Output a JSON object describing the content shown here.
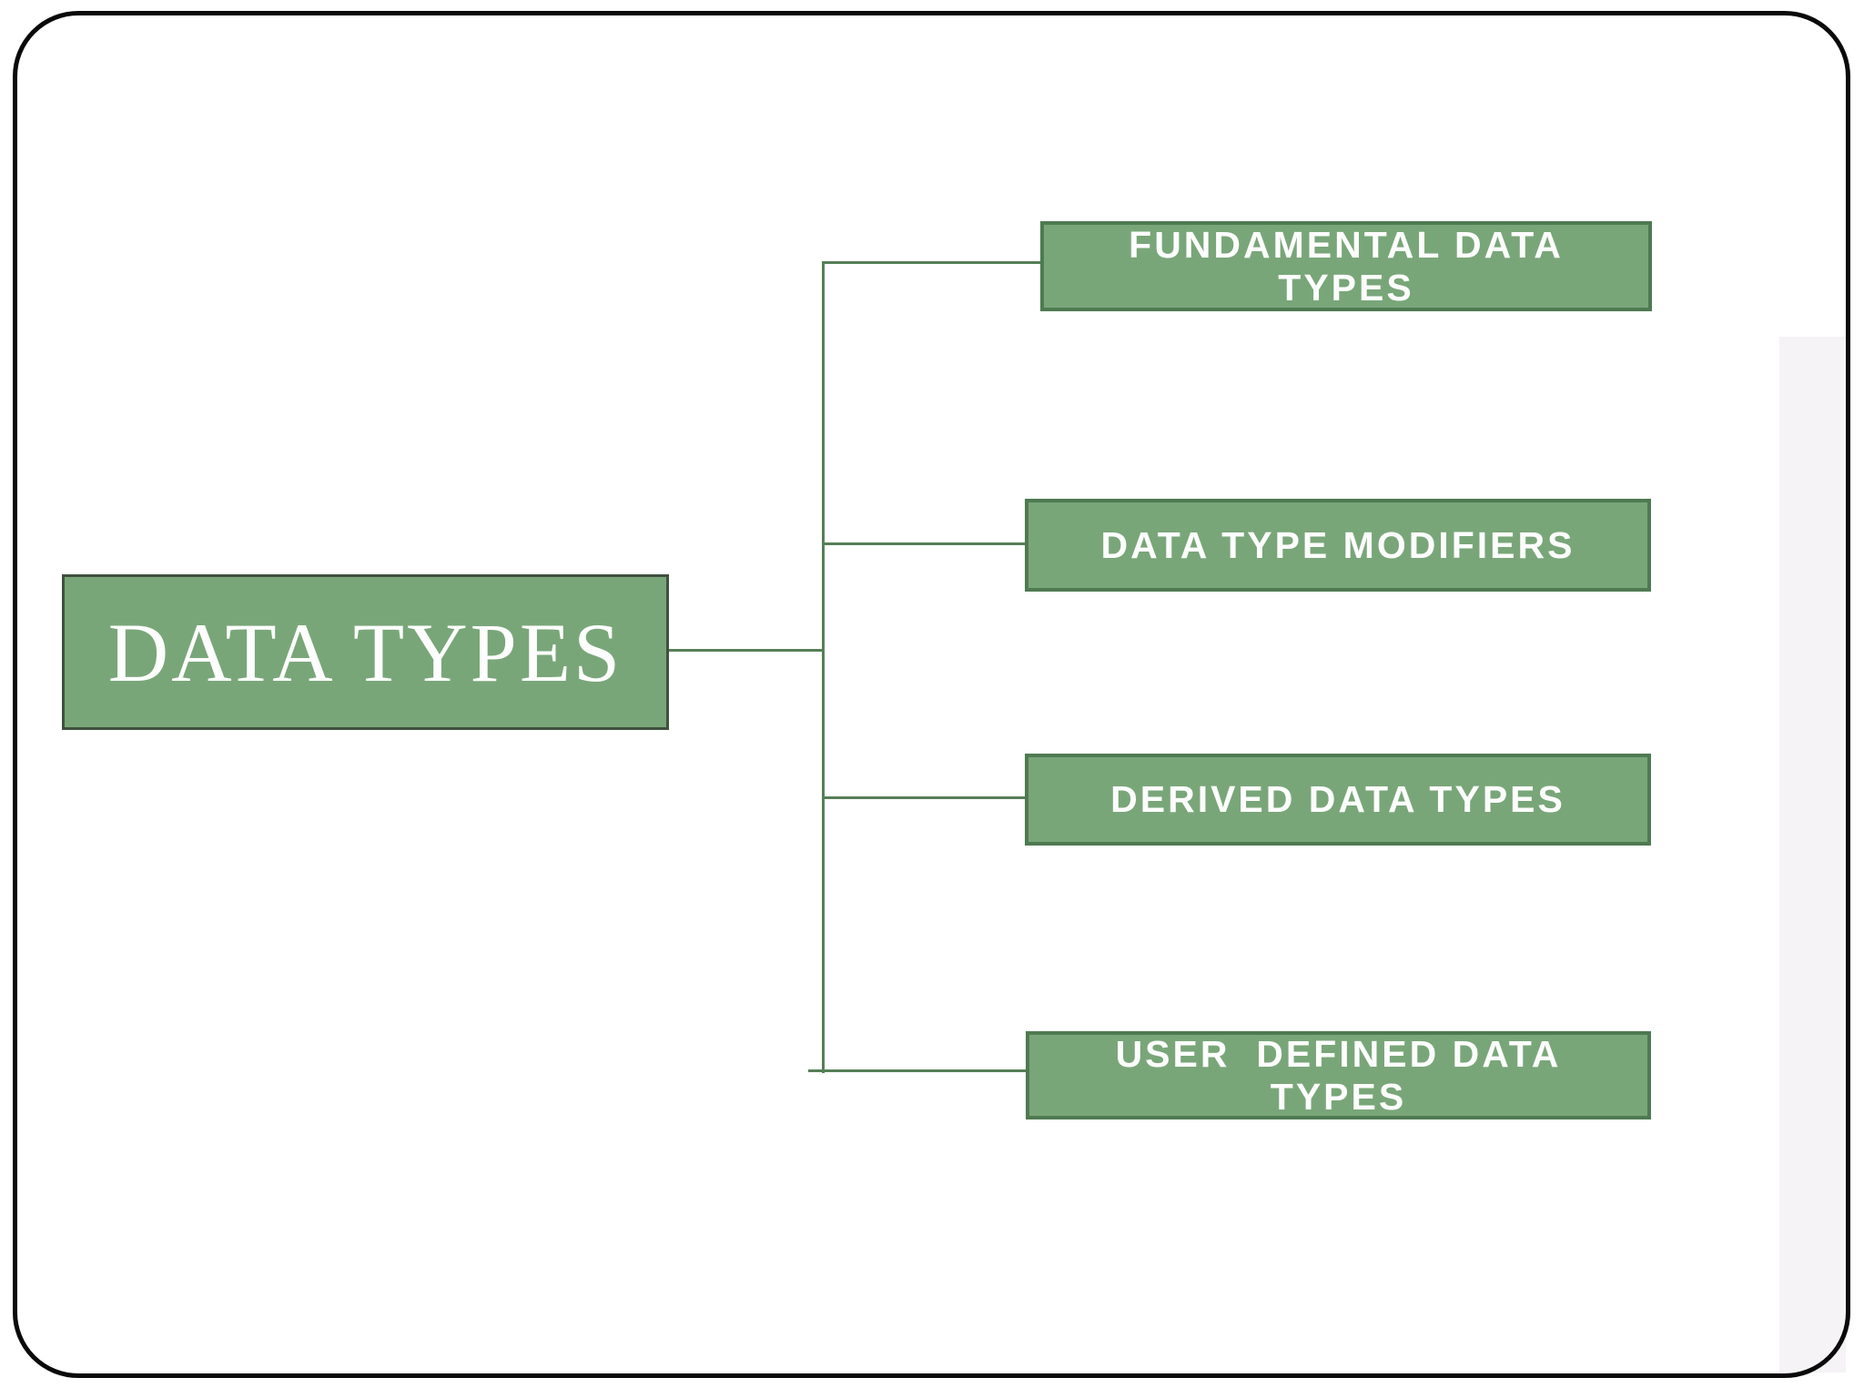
{
  "diagram": {
    "root": {
      "label": "DATA TYPES"
    },
    "children": [
      {
        "label": "FUNDAMENTAL DATA TYPES"
      },
      {
        "label": "DATA TYPE MODIFIERS"
      },
      {
        "label": "DERIVED DATA TYPES"
      },
      {
        "label": "USER  DEFINED DATA TYPES"
      }
    ]
  },
  "theme": {
    "background": "#ffffff",
    "frame_border": "#0a0a0a",
    "node_fill": "#79a679",
    "node_border": "#4e7a51",
    "root_border": "#3f513f",
    "connector": "#567f58",
    "text": "#fdfdfd"
  }
}
